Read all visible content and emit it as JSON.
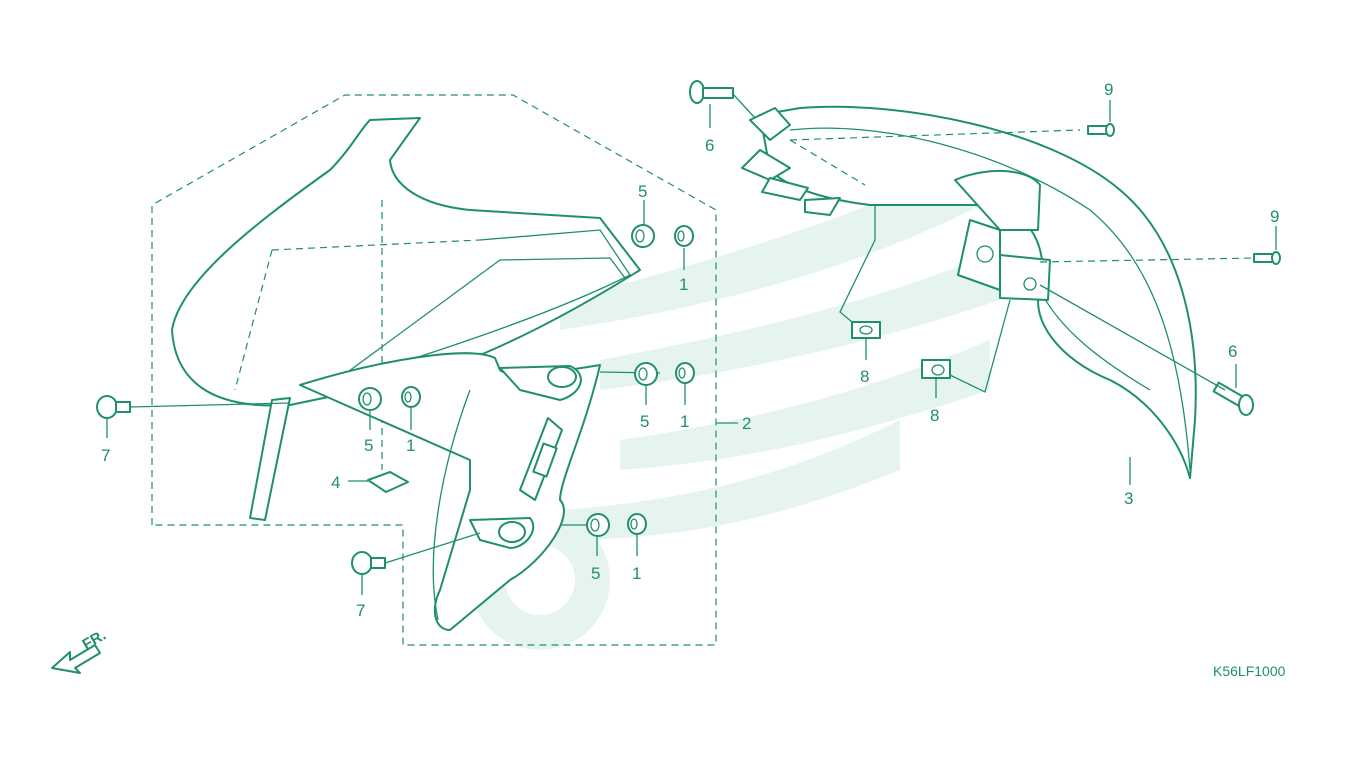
{
  "callouts": {
    "c1a": "1",
    "c1b": "1",
    "c1c": "1",
    "c1d": "1",
    "c2": "2",
    "c3": "3",
    "c4": "4",
    "c5a": "5",
    "c5b": "5",
    "c5c": "5",
    "c5d": "5",
    "c6a": "6",
    "c6b": "6",
    "c7a": "7",
    "c7b": "7",
    "c8a": "8",
    "c8b": "8",
    "c9a": "9",
    "c9b": "9"
  },
  "direction_label": "FR.",
  "diagram_code": "K56LF1000",
  "colors": {
    "line": "#1f8f6e",
    "watermark": "#e6f4ee",
    "background": "#ffffff"
  },
  "icons": {
    "direction": "front-direction-arrow-icon"
  }
}
